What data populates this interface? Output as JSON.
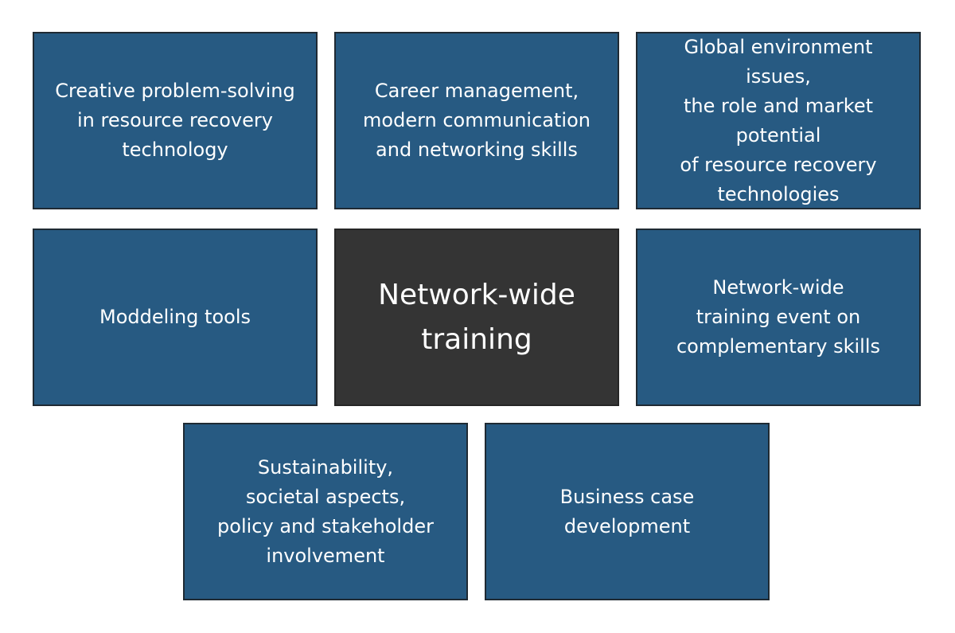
{
  "colors": {
    "tile_blue": "#275a82",
    "tile_center": "#343434",
    "tile_border": "#1f2a33",
    "text": "#ffffff",
    "background": "#ffffff"
  },
  "center": {
    "label": "Network-wide\ntraining"
  },
  "tiles": [
    {
      "label": "Creative problem-solving\nin resource recovery\ntechnology"
    },
    {
      "label": "Career management,\nmodern communication\nand networking skills"
    },
    {
      "label": "Global environment issues,\nthe role and market potential\nof resource recovery\ntechnologies"
    },
    {
      "label": "Moddeling tools"
    },
    {
      "label": "Network-wide\ntraining event on\ncomplementary skills"
    },
    {
      "label": "Sustainability,\nsocietal aspects,\npolicy and stakeholder\ninvolvement"
    },
    {
      "label": "Business case\ndevelopment"
    }
  ]
}
